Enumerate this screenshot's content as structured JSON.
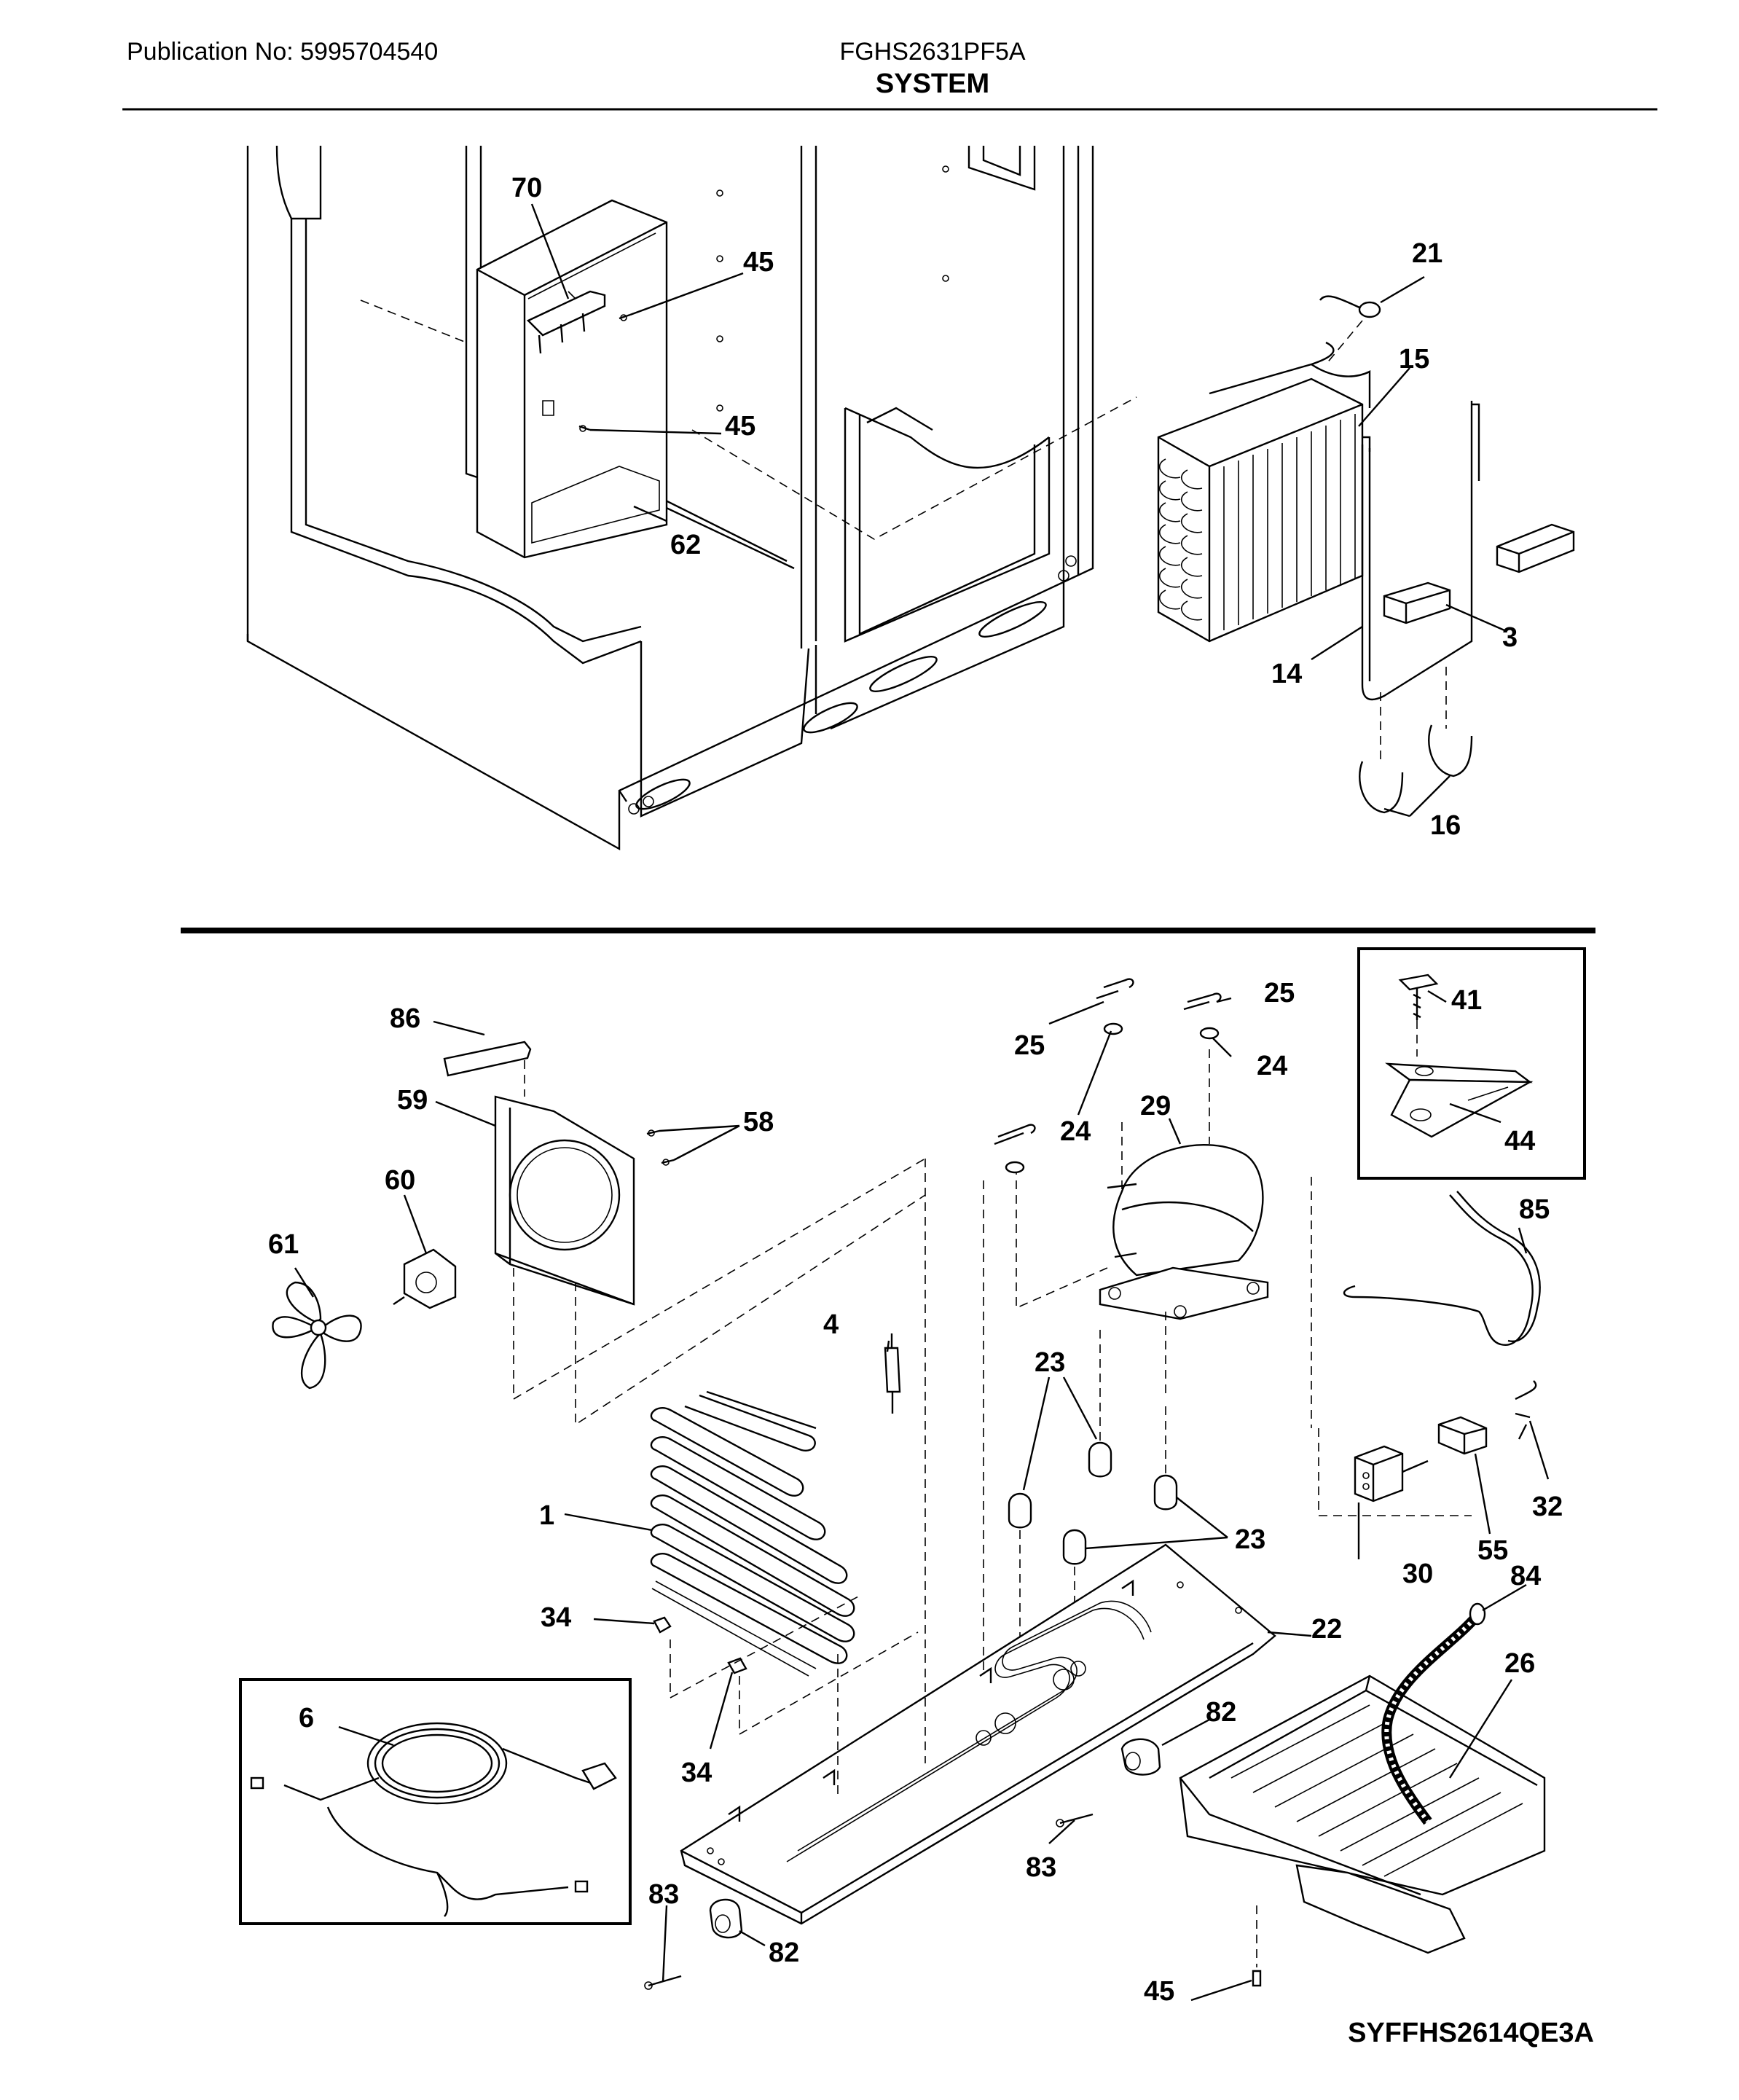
{
  "header": {
    "publication": "Publication No: 5995704540",
    "model": "FGHS2631PF5A",
    "section": "SYSTEM"
  },
  "diagram_ref": "SYFFHS2614QE3A",
  "callouts": {
    "c70": "70",
    "c45a": "45",
    "c45b": "45",
    "c62": "62",
    "c21": "21",
    "c15": "15",
    "c3": "3",
    "c14": "14",
    "c16": "16",
    "c86": "86",
    "c59": "59",
    "c58": "58",
    "c60": "60",
    "c61": "61",
    "c25a": "25",
    "c25b": "25",
    "c24a": "24",
    "c24b": "24",
    "c29": "29",
    "c41": "41",
    "c44": "44",
    "c85": "85",
    "c4": "4",
    "c23a": "23",
    "c23b": "23",
    "c1": "1",
    "c34a": "34",
    "c34b": "34",
    "c30": "30",
    "c55": "55",
    "c32": "32",
    "c22": "22",
    "c84": "84",
    "c26": "26",
    "c6": "6",
    "c82a": "82",
    "c82b": "82",
    "c83a": "83",
    "c83b": "83",
    "c45c": "45"
  }
}
